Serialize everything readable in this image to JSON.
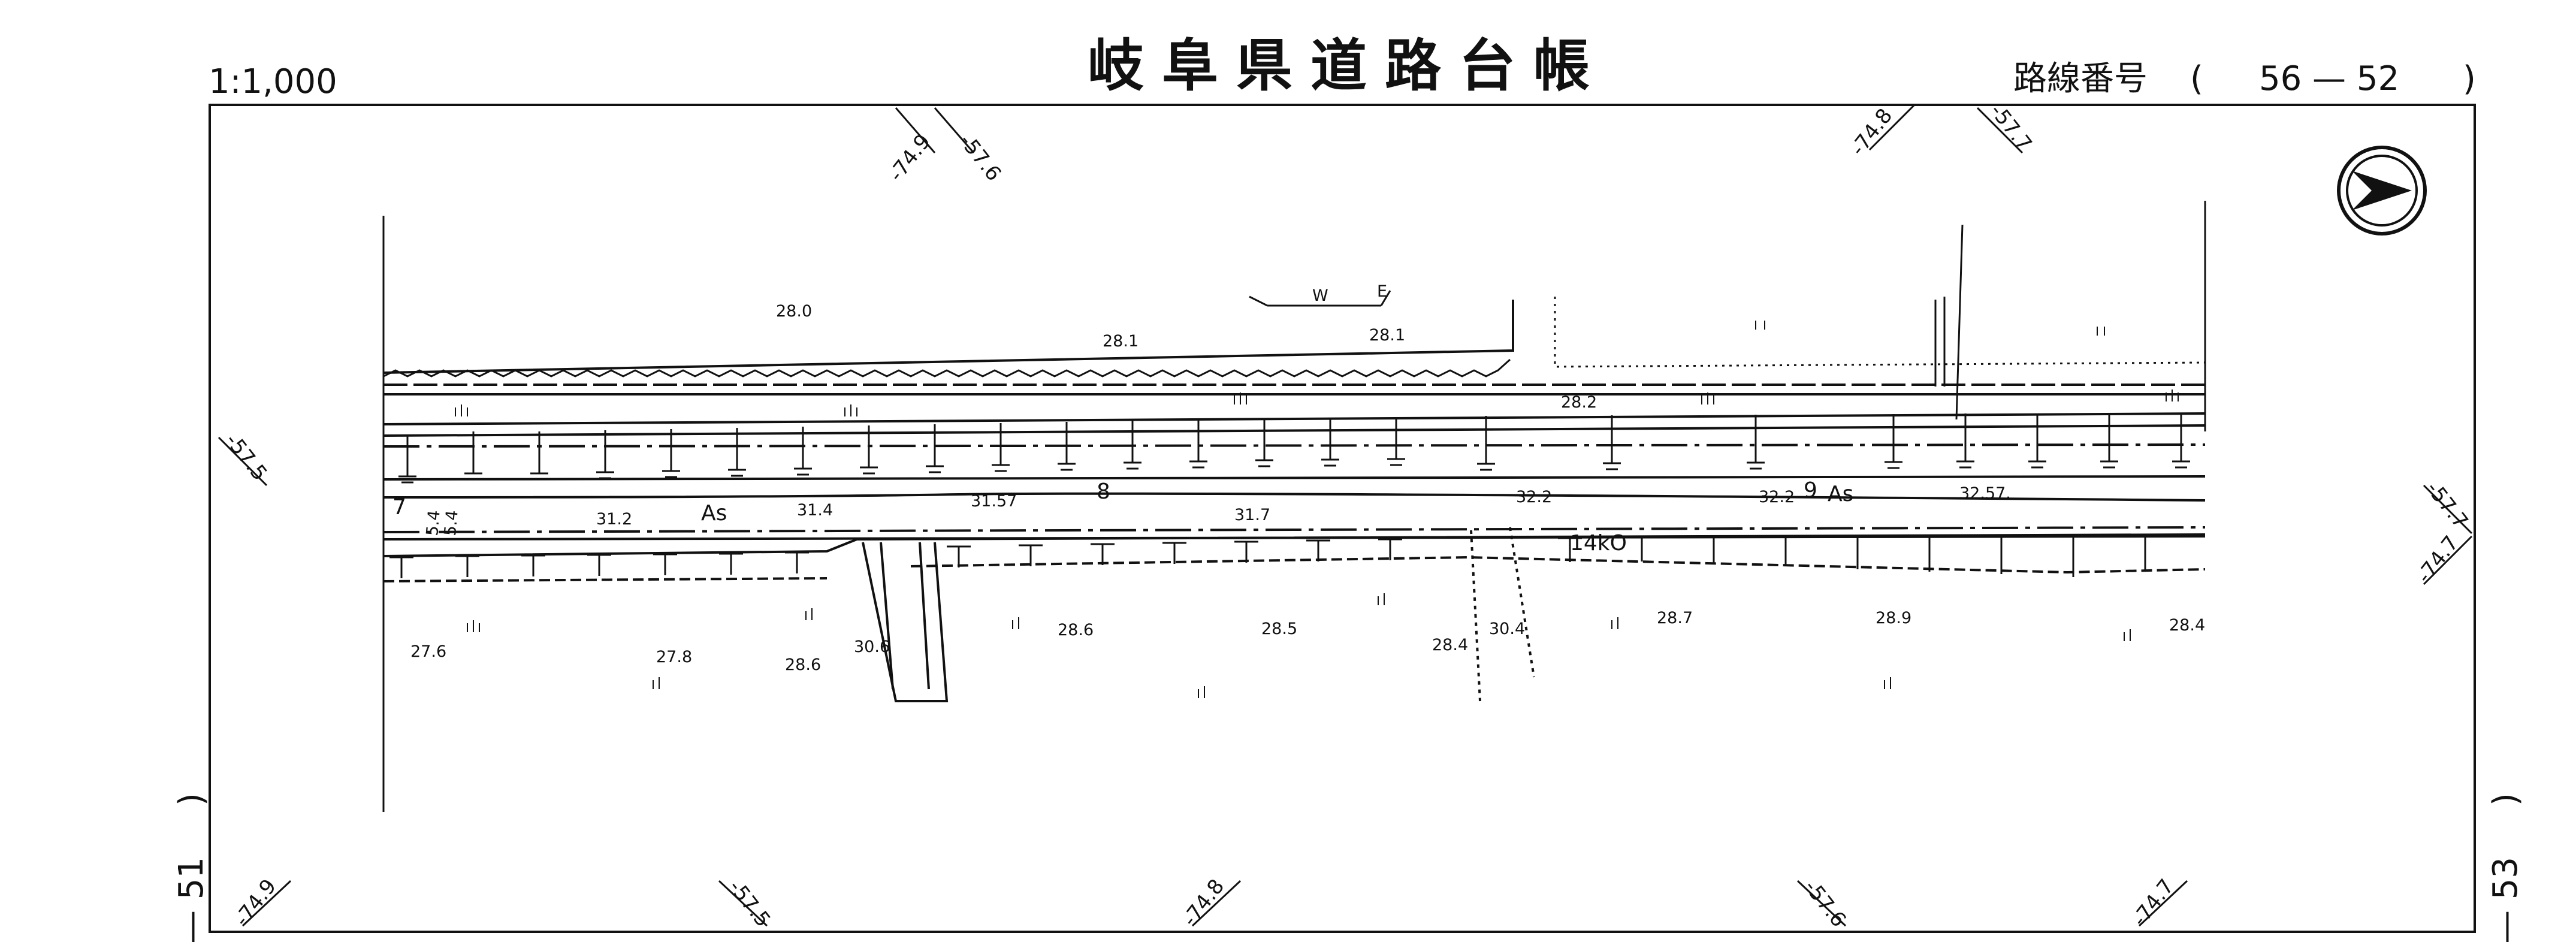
{
  "header": {
    "title": "岐阜県道路台帳",
    "scale": "1:1,000",
    "route_label": "路線番号",
    "route_open": "(",
    "route_number": "56 — 52",
    "route_close": ")"
  },
  "adjacent_sheets": {
    "left_number": "— 51",
    "left_paren": ")",
    "right_number": "— 53",
    "right_paren": ")"
  },
  "grid_labels": {
    "top": [
      "-74.9",
      "-57.6",
      "-74.8",
      "-57.7"
    ],
    "bottom": [
      "-74.9",
      "-57.5",
      "-74.8",
      "-57.6",
      "-74.7"
    ],
    "left": [
      "-57.5"
    ],
    "right": [
      "-57.7",
      "-74.7"
    ]
  },
  "road": {
    "surface_labels": [
      "As",
      "As"
    ],
    "station_labels": [
      "7",
      "8",
      "9"
    ],
    "kilometer_post": "14kO",
    "road_elevations": [
      "31.2",
      "31.4",
      "31.57",
      "31.7",
      "32.2",
      "32.2",
      "32.57."
    ],
    "side_marks": [
      "5.4",
      "5.4"
    ]
  },
  "spot_elevations": {
    "north": [
      "28.0",
      "28.1",
      "28.1",
      "28.2"
    ],
    "south": [
      "27.6",
      "27.8",
      "28.6",
      "30.6",
      "28.6",
      "28.5",
      "28.4",
      "30.4",
      "28.7",
      "28.9",
      "28.4"
    ]
  },
  "symbols": {
    "north_arrow": "north-arrow-icon",
    "weir_w": "W",
    "weir_e": "E"
  }
}
